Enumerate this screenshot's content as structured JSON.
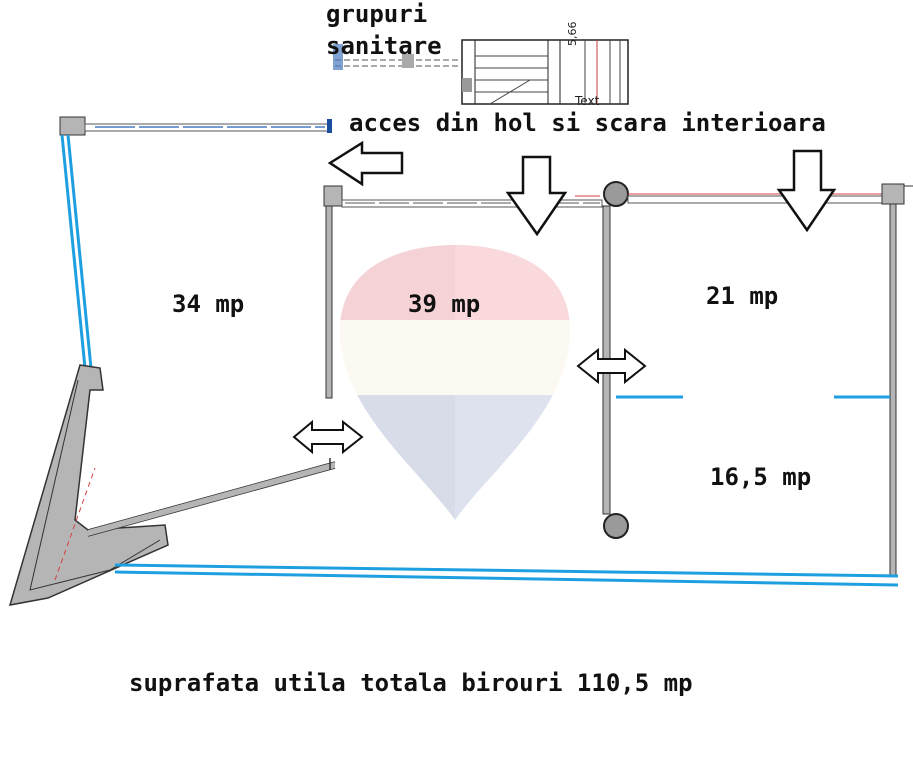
{
  "labels": {
    "grupuri": "grupuri",
    "sanitare": "sanitare",
    "acces": "acces din hol si scara interioara",
    "total": "suprafata utila totala birouri 110,5 mp"
  },
  "rooms": [
    {
      "name": "room-34",
      "area": "34 mp"
    },
    {
      "name": "room-39",
      "area": "39 mp"
    },
    {
      "name": "room-21",
      "area": "21 mp"
    },
    {
      "name": "room-16-5",
      "area": "16,5 mp"
    }
  ],
  "stair": {
    "dimension": "5,66",
    "text": "Text"
  },
  "colors": {
    "wall": "#b5b5b5",
    "glazing": "#1ea0e0",
    "accent_red": "#d04040"
  }
}
